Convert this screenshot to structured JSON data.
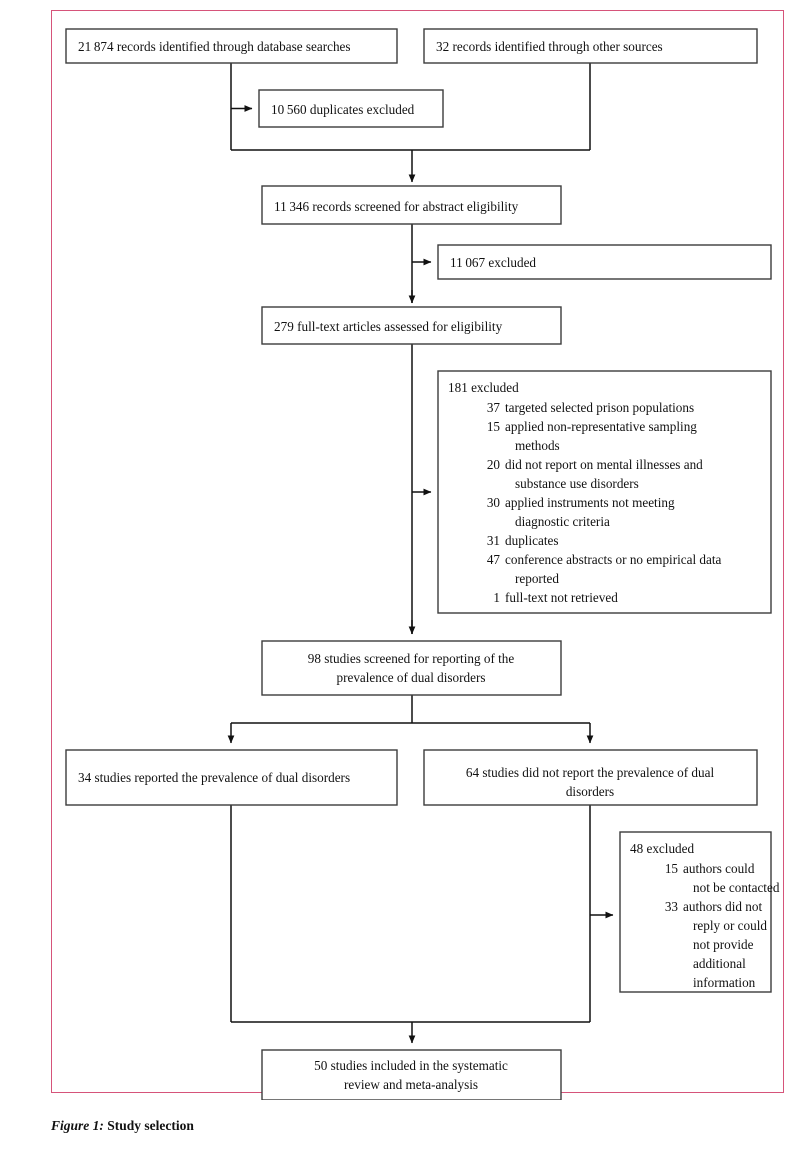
{
  "figure": {
    "caption_label": "Figure 1:",
    "caption_title": "Study selection",
    "border_color": "#d6547a",
    "box_stroke_color": "#3c3c3c",
    "line_color": "#111111"
  },
  "nodes": {
    "db_records": {
      "text": "21 874 records identified through database searches",
      "count": 21874
    },
    "other_records": {
      "text": "32 records identified through other sources",
      "count": 32
    },
    "duplicates": {
      "text": "10 560 duplicates excluded",
      "count": 10560
    },
    "screened_abstract": {
      "text": "11 346 records screened for abstract eligibility",
      "count": 11346
    },
    "excluded_abstract": {
      "text": "11 067 excluded",
      "count": 11067
    },
    "fulltext_assessed": {
      "text": "279 full-text articles assessed for eligibility",
      "count": 279
    },
    "excluded_fulltext_header": {
      "text": "181 excluded",
      "count": 181
    },
    "screened_dual": {
      "line1": "98 studies screened for reporting of the",
      "line2": "prevalence of dual disorders",
      "count": 98
    },
    "reported_dual": {
      "text": "34 studies reported the prevalence of dual disorders",
      "count": 34
    },
    "not_reported_dual": {
      "line1": "64 studies did not report the prevalence of dual",
      "line2": "disorders",
      "count": 64
    },
    "excluded_authors_header": {
      "text": "48 excluded",
      "count": 48
    },
    "included_final": {
      "line1": "50 studies included in the systematic",
      "line2": "review and meta-analysis",
      "count": 50
    }
  },
  "exclusion_reasons_fulltext": [
    {
      "count": "37",
      "lines": [
        "targeted selected prison populations"
      ]
    },
    {
      "count": "15",
      "lines": [
        "applied non-representative sampling",
        "methods"
      ]
    },
    {
      "count": "20",
      "lines": [
        "did not report on mental illnesses and",
        "substance use disorders"
      ]
    },
    {
      "count": "30",
      "lines": [
        "applied instruments not meeting",
        "diagnostic criteria"
      ]
    },
    {
      "count": "31",
      "lines": [
        "duplicates"
      ]
    },
    {
      "count": "47",
      "lines": [
        "conference abstracts or no empirical data",
        "reported"
      ]
    },
    {
      "count": "1",
      "lines": [
        "full-text not retrieved"
      ]
    }
  ],
  "exclusion_reasons_authors": [
    {
      "count": "15",
      "lines": [
        "authors could",
        "not be contacted"
      ]
    },
    {
      "count": "33",
      "lines": [
        "authors did not",
        "reply or could",
        "not provide",
        "additional",
        "information"
      ]
    }
  ]
}
